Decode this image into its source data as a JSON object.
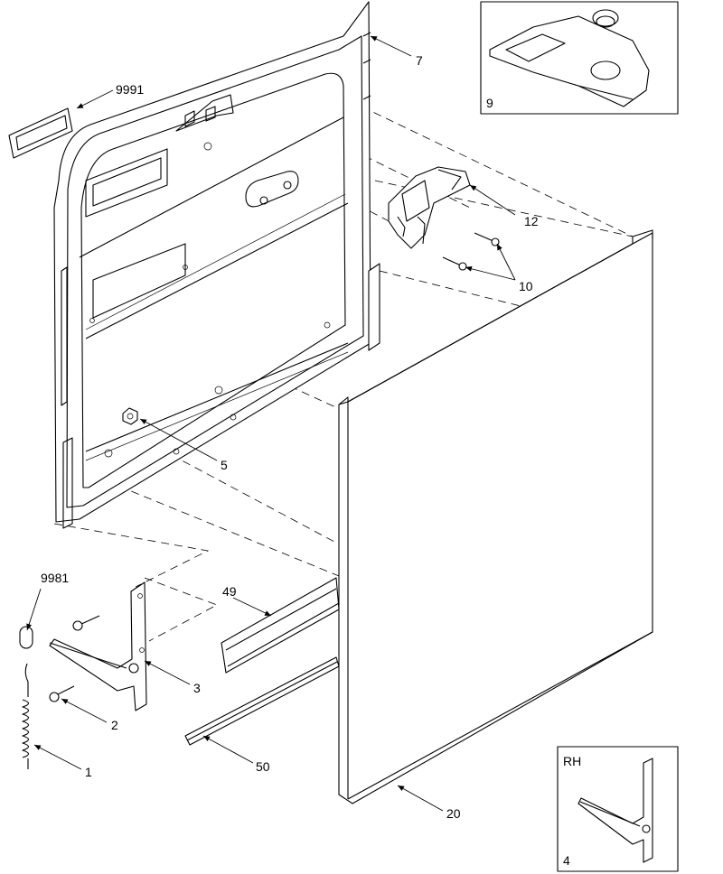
{
  "callouts": {
    "p7": "7",
    "p9991": "9991",
    "p9": "9",
    "p12": "12",
    "p10": "10",
    "p5": "5",
    "p9981": "9981",
    "p49": "49",
    "p3": "3",
    "p2": "2",
    "p1": "1",
    "p50": "50",
    "p20": "20",
    "p4": "4"
  },
  "inset_rh": {
    "side_label": "RH"
  }
}
